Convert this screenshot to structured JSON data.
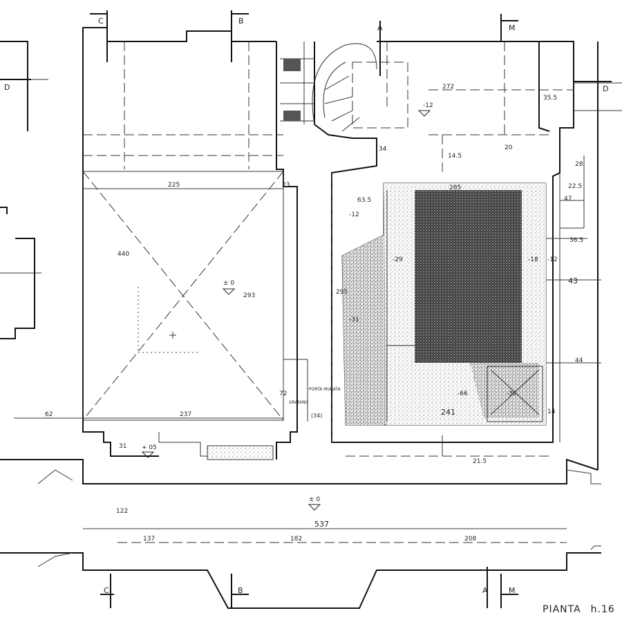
{
  "sheet": {
    "title": "PIANTA",
    "height_label": "h.16"
  },
  "section_marks": [
    {
      "id": "c-top-left",
      "letter": "C"
    },
    {
      "id": "b-top",
      "letter": "B"
    },
    {
      "id": "a-top",
      "letter": "A"
    },
    {
      "id": "m-top",
      "letter": "M"
    },
    {
      "id": "d-left",
      "letter": "D"
    },
    {
      "id": "d-right",
      "letter": "D"
    },
    {
      "id": "c-bottom-left",
      "letter": "C"
    },
    {
      "id": "b-bottom",
      "letter": "B"
    },
    {
      "id": "a-bottom",
      "letter": "A"
    },
    {
      "id": "m-bottom",
      "letter": "M"
    }
  ],
  "levels": [
    {
      "id": "lvl-room-left",
      "value": "± 0"
    },
    {
      "id": "lvl-stair",
      "value": "-12"
    },
    {
      "id": "lvl-corridor-mid",
      "value": "-12"
    },
    {
      "id": "lvl-court-a",
      "value": "-29"
    },
    {
      "id": "lvl-court-b",
      "value": "-18"
    },
    {
      "id": "lvl-court-c",
      "value": "-12"
    },
    {
      "id": "lvl-court-d",
      "value": "-66"
    },
    {
      "id": "lvl-court-e",
      "value": "-36"
    },
    {
      "id": "lvl-court-f",
      "value": "-31"
    },
    {
      "id": "lvl-threshold",
      "value": "+ 05"
    },
    {
      "id": "lvl-street",
      "value": "± 0"
    }
  ],
  "dimensions": [
    {
      "id": "d-225",
      "text": "225"
    },
    {
      "id": "d-440",
      "text": "440"
    },
    {
      "id": "d-293",
      "text": "293"
    },
    {
      "id": "d-237",
      "text": "237"
    },
    {
      "id": "d-62",
      "text": "62"
    },
    {
      "id": "d-72",
      "text": "72"
    },
    {
      "id": "d-31",
      "text": "31"
    },
    {
      "id": "d-272",
      "text": "272"
    },
    {
      "id": "d-295",
      "text": "295"
    },
    {
      "id": "d-285",
      "text": "285"
    },
    {
      "id": "d-635",
      "text": "63.5"
    },
    {
      "id": "d-241",
      "text": "241"
    },
    {
      "id": "d-537",
      "text": "537"
    },
    {
      "id": "d-137",
      "text": "137"
    },
    {
      "id": "d-182",
      "text": "182"
    },
    {
      "id": "d-208",
      "text": "208"
    },
    {
      "id": "d-122",
      "text": "122"
    },
    {
      "id": "d-43",
      "text": "43"
    },
    {
      "id": "d-44",
      "text": "44"
    },
    {
      "id": "d-225b",
      "text": "22.5"
    },
    {
      "id": "d-365",
      "text": "36.5"
    },
    {
      "id": "d-145",
      "text": "14.5"
    },
    {
      "id": "d-355",
      "text": "35.5"
    },
    {
      "id": "d-20",
      "text": "20"
    },
    {
      "id": "d-28",
      "text": "28"
    },
    {
      "id": "d-23",
      "text": "23"
    },
    {
      "id": "d-47",
      "text": "47"
    },
    {
      "id": "d-14",
      "text": "14"
    },
    {
      "id": "d-215",
      "text": "21.5"
    },
    {
      "id": "d-34",
      "text": "34"
    }
  ],
  "notes": {
    "porta_murata": "PORTA MURATA",
    "gradino": "GRADINO",
    "parenthetical": "(34)"
  }
}
